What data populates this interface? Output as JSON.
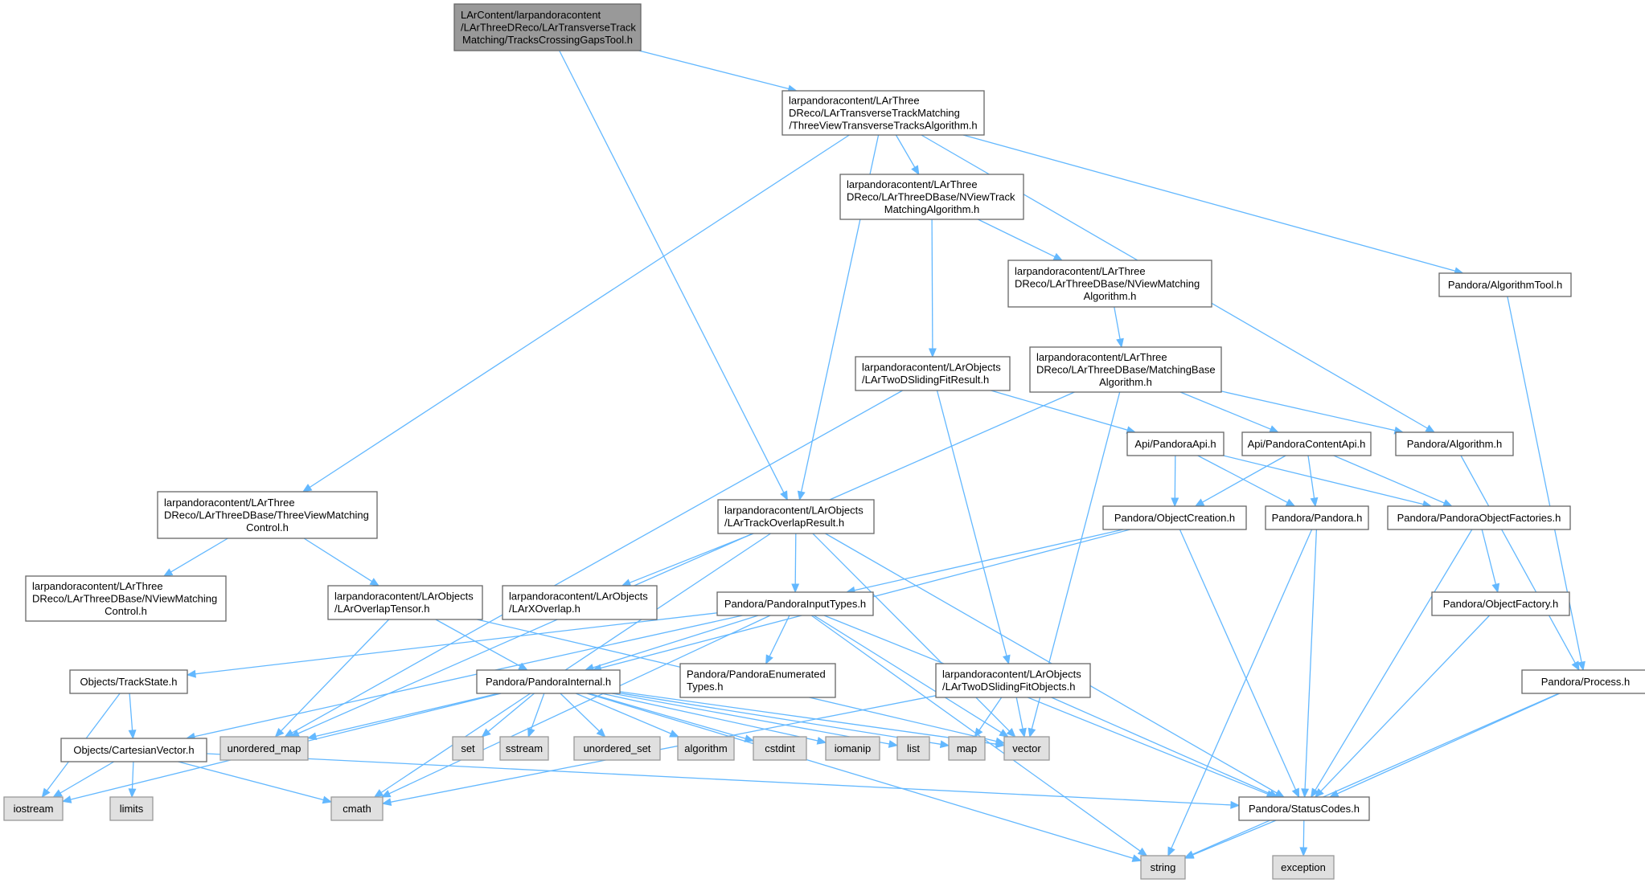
{
  "nodes": [
    {
      "id": "root",
      "kind": "root",
      "lines": [
        "LArContent/larpandoracontent",
        "/LArThreeDReco/LArTransverseTrack",
        "Matching/TracksCrossingGapsTool.h"
      ]
    },
    {
      "id": "tvtt",
      "kind": "header",
      "lines": [
        "larpandoracontent/LArThree",
        "DReco/LArTransverseTrackMatching",
        "/ThreeViewTransverseTracksAlgorithm.h"
      ]
    },
    {
      "id": "nvtm",
      "kind": "header",
      "lines": [
        "larpandoracontent/LArThree",
        "DReco/LArThreeDBase/NViewTrack",
        "MatchingAlgorithm.h"
      ]
    },
    {
      "id": "nvm",
      "kind": "header",
      "lines": [
        "larpandoracontent/LArThree",
        "DReco/LArThreeDBase/NViewMatching",
        "Algorithm.h"
      ]
    },
    {
      "id": "algtool",
      "kind": "header",
      "lines": [
        "Pandora/AlgorithmTool.h"
      ]
    },
    {
      "id": "mba",
      "kind": "header",
      "lines": [
        "larpandoracontent/LArThree",
        "DReco/LArThreeDBase/MatchingBase",
        "Algorithm.h"
      ]
    },
    {
      "id": "tdsfr",
      "kind": "header",
      "lines": [
        "larpandoracontent/LArObjects",
        "/LArTwoDSlidingFitResult.h"
      ]
    },
    {
      "id": "api",
      "kind": "header",
      "lines": [
        "Api/PandoraApi.h"
      ]
    },
    {
      "id": "capi",
      "kind": "header",
      "lines": [
        "Api/PandoraContentApi.h"
      ]
    },
    {
      "id": "alg",
      "kind": "header",
      "lines": [
        "Pandora/Algorithm.h"
      ]
    },
    {
      "id": "tvmc",
      "kind": "header",
      "lines": [
        "larpandoracontent/LArThree",
        "DReco/LArThreeDBase/ThreeViewMatching",
        "Control.h"
      ]
    },
    {
      "id": "tor",
      "kind": "header",
      "lines": [
        "larpandoracontent/LArObjects",
        "/LArTrackOverlapResult.h"
      ]
    },
    {
      "id": "objc",
      "kind": "header",
      "lines": [
        "Pandora/ObjectCreation.h"
      ]
    },
    {
      "id": "pandora",
      "kind": "header",
      "lines": [
        "Pandora/Pandora.h"
      ]
    },
    {
      "id": "pof",
      "kind": "header",
      "lines": [
        "Pandora/PandoraObjectFactories.h"
      ]
    },
    {
      "id": "nvmc",
      "kind": "header",
      "lines": [
        "larpandoracontent/LArThree",
        "DReco/LArThreeDBase/NViewMatching",
        "Control.h"
      ]
    },
    {
      "id": "ot",
      "kind": "header",
      "lines": [
        "larpandoracontent/LArObjects",
        "/LArOverlapTensor.h"
      ]
    },
    {
      "id": "xo",
      "kind": "header",
      "lines": [
        "larpandoracontent/LArObjects",
        "/LArXOverlap.h"
      ]
    },
    {
      "id": "pit",
      "kind": "header",
      "lines": [
        "Pandora/PandoraInputTypes.h"
      ]
    },
    {
      "id": "of",
      "kind": "header",
      "lines": [
        "Pandora/ObjectFactory.h"
      ]
    },
    {
      "id": "ts",
      "kind": "header",
      "lines": [
        "Objects/TrackState.h"
      ]
    },
    {
      "id": "pint",
      "kind": "header",
      "lines": [
        "Pandora/PandoraInternal.h"
      ]
    },
    {
      "id": "pet",
      "kind": "header",
      "lines": [
        "Pandora/PandoraEnumerated",
        "Types.h"
      ]
    },
    {
      "id": "tdsfo",
      "kind": "header",
      "lines": [
        "larpandoracontent/LArObjects",
        "/LArTwoDSlidingFitObjects.h"
      ]
    },
    {
      "id": "proc",
      "kind": "header",
      "lines": [
        "Pandora/Process.h"
      ]
    },
    {
      "id": "cv",
      "kind": "header",
      "lines": [
        "Objects/CartesianVector.h"
      ]
    },
    {
      "id": "umap",
      "kind": "system",
      "lines": [
        "unordered_map"
      ]
    },
    {
      "id": "set",
      "kind": "system",
      "lines": [
        "set"
      ]
    },
    {
      "id": "sstream",
      "kind": "system",
      "lines": [
        "sstream"
      ]
    },
    {
      "id": "uset",
      "kind": "system",
      "lines": [
        "unordered_set"
      ]
    },
    {
      "id": "algo",
      "kind": "system",
      "lines": [
        "algorithm"
      ]
    },
    {
      "id": "cstdint",
      "kind": "system",
      "lines": [
        "cstdint"
      ]
    },
    {
      "id": "iomanip",
      "kind": "system",
      "lines": [
        "iomanip"
      ]
    },
    {
      "id": "list",
      "kind": "system",
      "lines": [
        "list"
      ]
    },
    {
      "id": "map",
      "kind": "system",
      "lines": [
        "map"
      ]
    },
    {
      "id": "vector",
      "kind": "system",
      "lines": [
        "vector"
      ]
    },
    {
      "id": "iostream",
      "kind": "system",
      "lines": [
        "iostream"
      ]
    },
    {
      "id": "limits",
      "kind": "system",
      "lines": [
        "limits"
      ]
    },
    {
      "id": "cmath",
      "kind": "system",
      "lines": [
        "cmath"
      ]
    },
    {
      "id": "sc",
      "kind": "header",
      "lines": [
        "Pandora/StatusCodes.h"
      ]
    },
    {
      "id": "string",
      "kind": "system",
      "lines": [
        "string"
      ]
    },
    {
      "id": "exception",
      "kind": "system",
      "lines": [
        "exception"
      ]
    }
  ],
  "edges": [
    [
      "root",
      "tvtt"
    ],
    [
      "root",
      "tor"
    ],
    [
      "tvtt",
      "nvtm"
    ],
    [
      "tvtt",
      "tor"
    ],
    [
      "tvtt",
      "tvmc"
    ],
    [
      "tvtt",
      "alg"
    ],
    [
      "tvtt",
      "algtool"
    ],
    [
      "nvtm",
      "nvm"
    ],
    [
      "nvtm",
      "tdsfr"
    ],
    [
      "nvm",
      "mba"
    ],
    [
      "algtool",
      "proc"
    ],
    [
      "mba",
      "capi"
    ],
    [
      "mba",
      "alg"
    ],
    [
      "mba",
      "umap"
    ],
    [
      "mba",
      "vector"
    ],
    [
      "tdsfr",
      "api"
    ],
    [
      "tdsfr",
      "tdsfo"
    ],
    [
      "tdsfr",
      "umap"
    ],
    [
      "api",
      "objc"
    ],
    [
      "api",
      "pandora"
    ],
    [
      "api",
      "pof"
    ],
    [
      "capi",
      "objc"
    ],
    [
      "capi",
      "pandora"
    ],
    [
      "capi",
      "pof"
    ],
    [
      "alg",
      "proc"
    ],
    [
      "tvmc",
      "nvmc"
    ],
    [
      "tvmc",
      "ot"
    ],
    [
      "tor",
      "xo"
    ],
    [
      "tor",
      "pit"
    ],
    [
      "tor",
      "cmath"
    ],
    [
      "tor",
      "vector"
    ],
    [
      "tor",
      "sc"
    ],
    [
      "objc",
      "pit"
    ],
    [
      "objc",
      "pint"
    ],
    [
      "objc",
      "sc"
    ],
    [
      "pandora",
      "sc"
    ],
    [
      "pandora",
      "string"
    ],
    [
      "pof",
      "of"
    ],
    [
      "pof",
      "sc"
    ],
    [
      "ot",
      "pint"
    ],
    [
      "ot",
      "umap"
    ],
    [
      "ot",
      "vector"
    ],
    [
      "pit",
      "ts"
    ],
    [
      "pit",
      "cv"
    ],
    [
      "pit",
      "pint"
    ],
    [
      "pit",
      "pet"
    ],
    [
      "pit",
      "cmath"
    ],
    [
      "pit",
      "vector"
    ],
    [
      "pit",
      "sc"
    ],
    [
      "pit",
      "string"
    ],
    [
      "of",
      "sc"
    ],
    [
      "ts",
      "cv"
    ],
    [
      "ts",
      "iostream"
    ],
    [
      "pint",
      "umap"
    ],
    [
      "pint",
      "set"
    ],
    [
      "pint",
      "sstream"
    ],
    [
      "pint",
      "uset"
    ],
    [
      "pint",
      "algo"
    ],
    [
      "pint",
      "cstdint"
    ],
    [
      "pint",
      "iomanip"
    ],
    [
      "pint",
      "list"
    ],
    [
      "pint",
      "map"
    ],
    [
      "pint",
      "vector"
    ],
    [
      "pint",
      "iostream"
    ],
    [
      "pint",
      "string"
    ],
    [
      "tdsfo",
      "map"
    ],
    [
      "tdsfo",
      "vector"
    ],
    [
      "tdsfo",
      "cmath"
    ],
    [
      "tdsfo",
      "sc"
    ],
    [
      "proc",
      "sc"
    ],
    [
      "proc",
      "string"
    ],
    [
      "cv",
      "iostream"
    ],
    [
      "cv",
      "limits"
    ],
    [
      "cv",
      "cmath"
    ],
    [
      "cv",
      "sc"
    ],
    [
      "sc",
      "string"
    ],
    [
      "sc",
      "exception"
    ]
  ]
}
